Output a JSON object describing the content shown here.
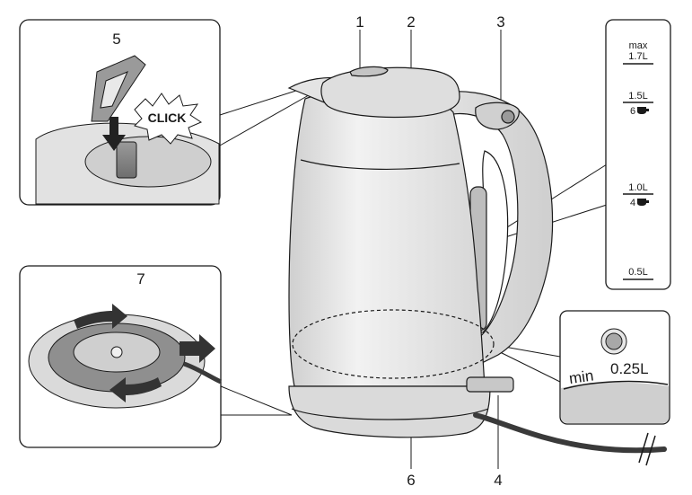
{
  "callouts": {
    "c1": "1",
    "c2": "2",
    "c3": "3",
    "c4": "4",
    "c5": "5",
    "c6": "6",
    "c7": "7"
  },
  "lid_detail": {
    "click_label": "CLICK"
  },
  "water_scale": {
    "max_word": "max",
    "max_volume": "1.7L",
    "mark_high_volume": "1.5L",
    "mark_high_cups": "6",
    "mark_mid_volume": "1.0L",
    "mark_mid_cups": "4",
    "mark_low_volume": "0.5L"
  },
  "min_detail": {
    "min_word": "min",
    "min_volume": "0.25L"
  },
  "colors": {
    "outline": "#1a1a1a",
    "body_light": "#e9e9e9",
    "body_mid": "#d2d2d2",
    "body_dark": "#8c8c8c",
    "arrow_dark": "#3a3a3a"
  }
}
